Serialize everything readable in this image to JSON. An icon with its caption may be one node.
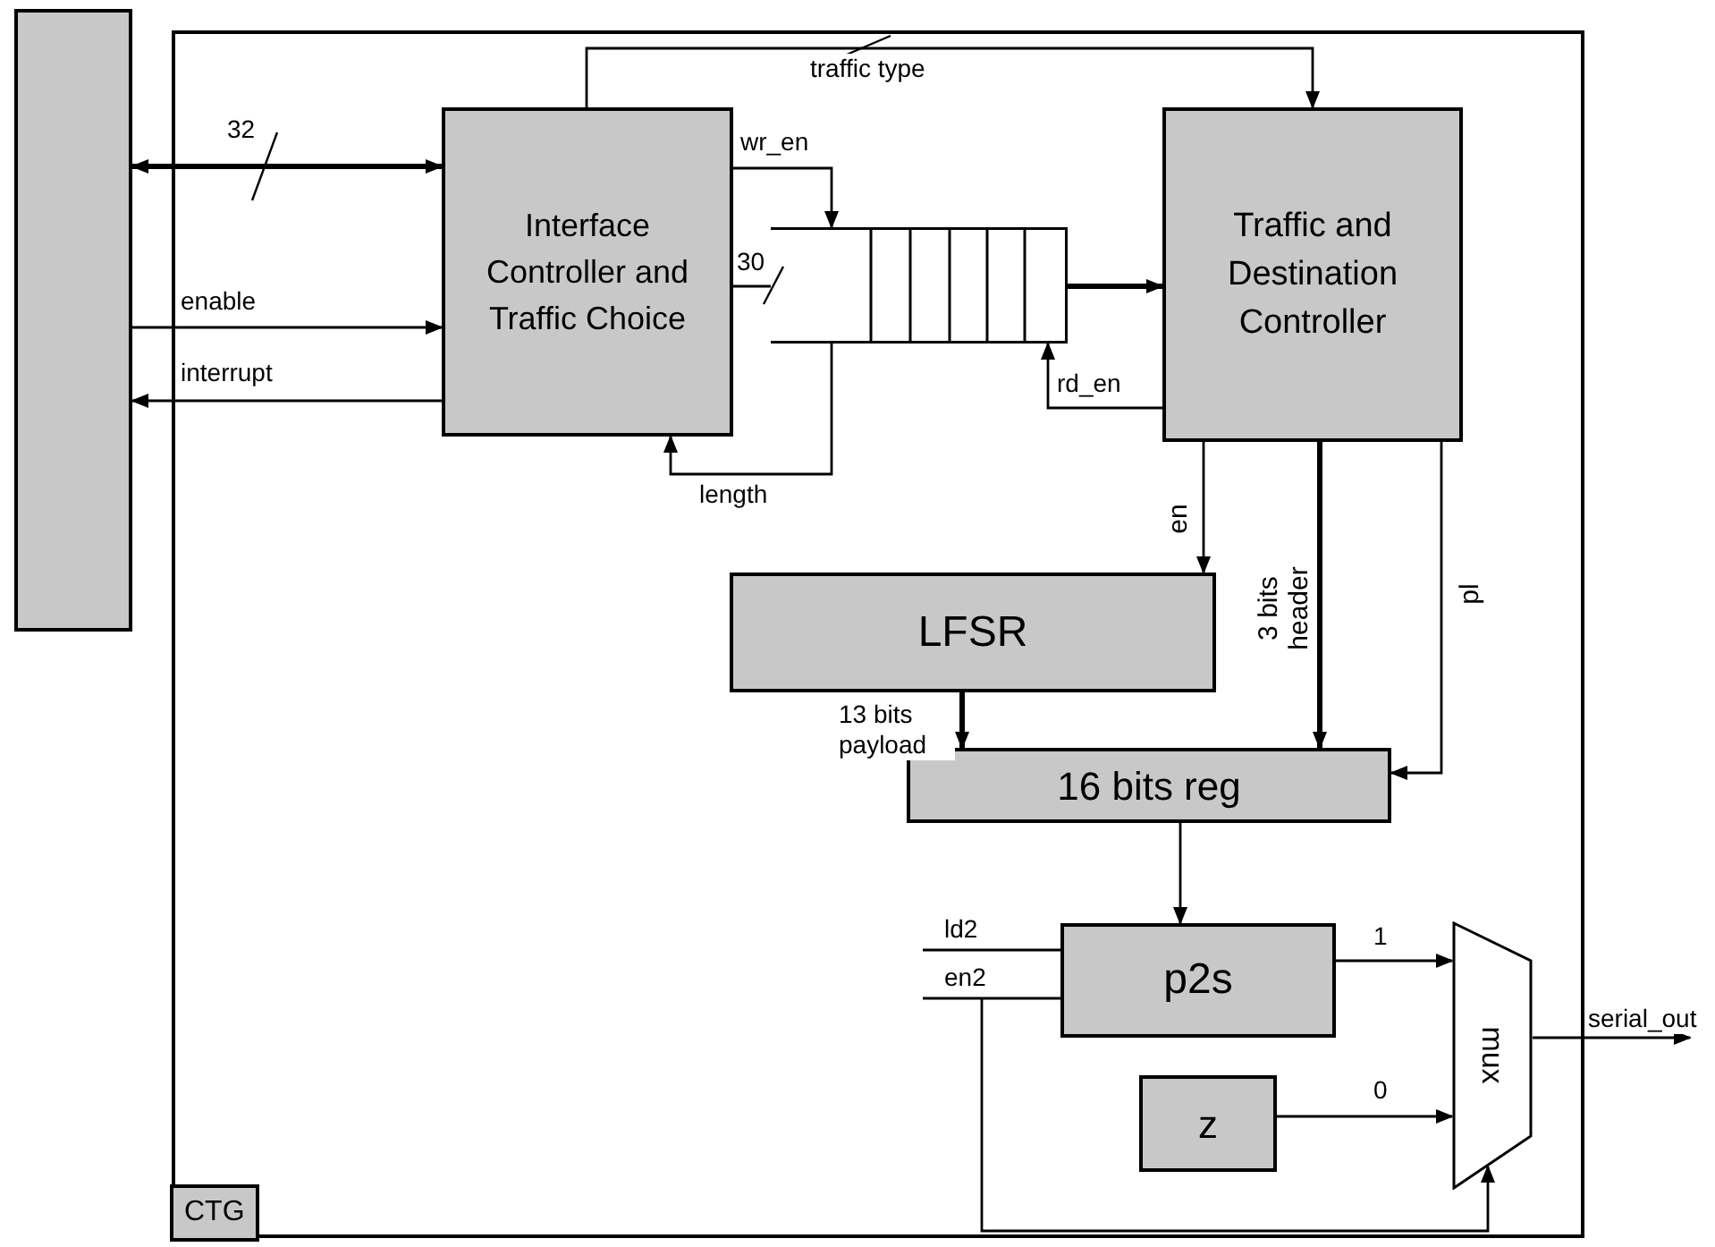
{
  "diagram": {
    "nodes": [
      {
        "text": [
          "CTG"
        ]
      },
      {
        "text": [],
        "shape": "box"
      },
      {
        "text": [
          "Interface Controller and Traffic Choice"
        ],
        "in": 0
      },
      {
        "text": [],
        "shape": "queue",
        "in": 0
      },
      {
        "text": [
          "Traffic and Destination Controller"
        ],
        "in": 0
      },
      {
        "text": [
          "LFSR"
        ],
        "in": 0
      },
      {
        "text": [
          "16 bits reg"
        ],
        "in": 0
      },
      {
        "text": [
          "p2s"
        ],
        "in": 0
      },
      {
        "text": [
          "z"
        ],
        "in": 0
      },
      {
        "text": [
          "mux"
        ],
        "in": 0
      }
    ],
    "edges": [
      {
        "from": 1,
        "to": 2,
        "arrow": "both",
        "label": "32",
        "style": "thick"
      },
      {
        "from": 1,
        "to": 2,
        "arrow": "to",
        "label": "enable"
      },
      {
        "from": 2,
        "to": 1,
        "arrow": "to",
        "label": "interrupt"
      },
      {
        "from": 2,
        "to": 4,
        "arrow": "to",
        "label": "traffic type"
      },
      {
        "from": 2,
        "to": 3,
        "arrow": "to",
        "label": "wr_en"
      },
      {
        "from": 2,
        "to": 3,
        "arrow": "none",
        "label": "30"
      },
      {
        "from": 3,
        "to": 2,
        "arrow": "to",
        "label": "length"
      },
      {
        "from": 3,
        "to": 4,
        "arrow": "to",
        "style": "thick"
      },
      {
        "from": 4,
        "to": 3,
        "arrow": "to",
        "label": "rd_en"
      },
      {
        "from": 4,
        "to": 5,
        "arrow": "to",
        "label": "en"
      },
      {
        "from": 4,
        "to": 6,
        "arrow": "to",
        "label": "3 bits header",
        "style": "thick"
      },
      {
        "from": 4,
        "to": 6,
        "arrow": "to",
        "label": "pl"
      },
      {
        "from": 5,
        "to": 6,
        "arrow": "to",
        "label": "13 bits payload",
        "style": "thick"
      },
      {
        "from": 6,
        "to": 7,
        "arrow": "to"
      },
      {
        "from": null,
        "to": 7,
        "arrow": "none",
        "label": "ld2"
      },
      {
        "from": null,
        "to": 7,
        "arrow": "none",
        "label": "en2"
      },
      {
        "from": null,
        "to": 9,
        "arrow": "to"
      },
      {
        "from": 7,
        "to": 9,
        "arrow": "to",
        "label": "1"
      },
      {
        "from": 8,
        "to": 9,
        "arrow": "to",
        "label": "0"
      },
      {
        "from": 9,
        "to": null,
        "arrow": "to",
        "label": "serial_out"
      }
    ]
  }
}
